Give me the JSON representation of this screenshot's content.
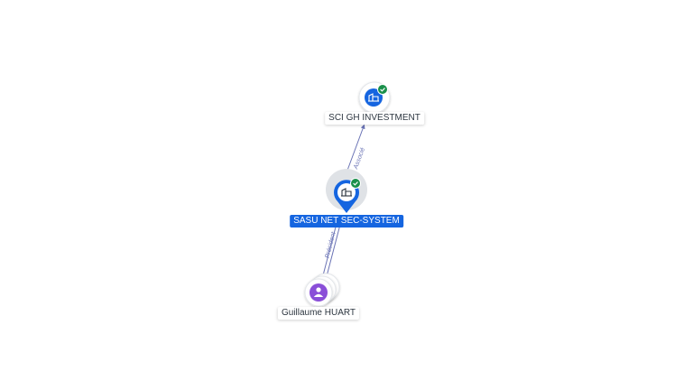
{
  "nodes": {
    "sci": {
      "label": "SCI GH INVESTMENT",
      "type": "company",
      "verified": true,
      "icon": "building-icon"
    },
    "sasu": {
      "label": "SASU NET SEC-SYSTEM",
      "type": "company",
      "verified": true,
      "selected": true,
      "icon": "building-icon"
    },
    "person": {
      "label": "Guillaume HUART",
      "type": "person",
      "icon": "person-icon"
    }
  },
  "edges": {
    "associate": {
      "label": "Associé"
    },
    "president": {
      "label": "Président"
    }
  },
  "colors": {
    "company": "#1565e0",
    "person": "#8a4fd8",
    "verified": "#1a8f4a",
    "edge": "#6a73b5",
    "selected_label_bg": "#1565e0"
  }
}
